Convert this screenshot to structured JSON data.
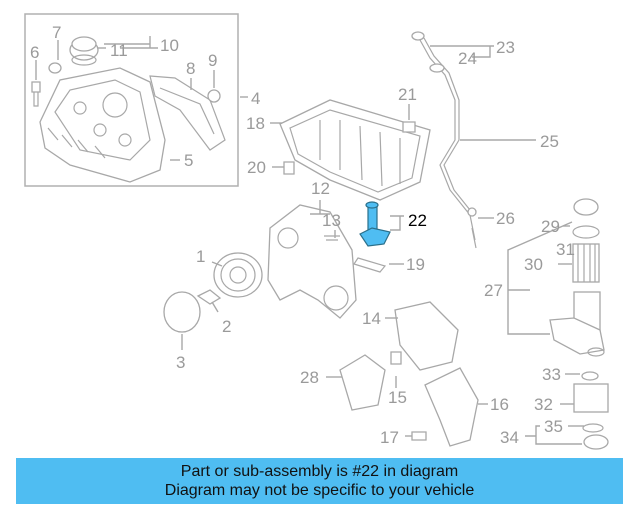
{
  "diagram": {
    "highlight_color": "#4fbdf2",
    "callouts": {
      "c1": "1",
      "c2": "2",
      "c3": "3",
      "c4": "4",
      "c5": "5",
      "c6": "6",
      "c7": "7",
      "c8": "8",
      "c9": "9",
      "c10": "10",
      "c11": "11",
      "c12": "12",
      "c13": "13",
      "c14": "14",
      "c15": "15",
      "c16": "16",
      "c17": "17",
      "c18": "18",
      "c19": "19",
      "c20": "20",
      "c21": "21",
      "c22": "22",
      "c23": "23",
      "c24": "24",
      "c25": "25",
      "c26": "26",
      "c27": "27",
      "c28": "28",
      "c29": "29",
      "c30": "30",
      "c31": "31",
      "c32": "32",
      "c33": "33",
      "c34": "34",
      "c35": "35"
    }
  },
  "banner": {
    "line1": "Part or sub-assembly is #22 in diagram",
    "line2": "Diagram may not be specific to your vehicle",
    "background": "#4fbdf2"
  }
}
